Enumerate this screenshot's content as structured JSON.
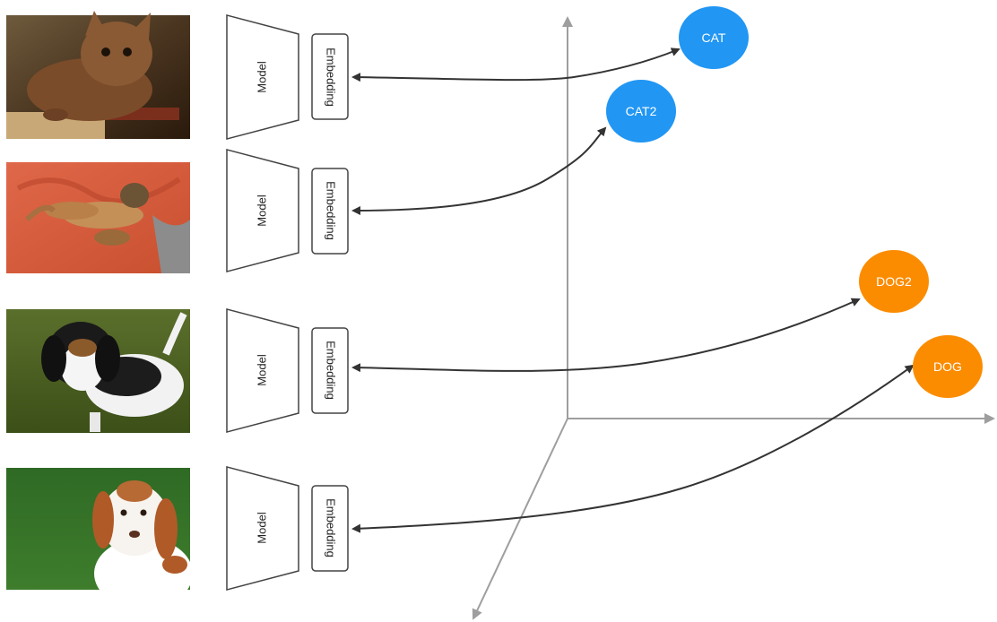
{
  "colors": {
    "cat_node": "#2196f3",
    "dog_node": "#fb8c00",
    "axis": "#9e9e9e",
    "arrow": "#333333",
    "box_stroke": "#444444"
  },
  "rows": [
    {
      "model_label": "Model",
      "embedding_label": "Embedding",
      "image": "kitten-photo"
    },
    {
      "model_label": "Model",
      "embedding_label": "Embedding",
      "image": "kittens-playing-photo"
    },
    {
      "model_label": "Model",
      "embedding_label": "Embedding",
      "image": "beagle-puppy-photo"
    },
    {
      "model_label": "Model",
      "embedding_label": "Embedding",
      "image": "spaniel-dog-photo"
    }
  ],
  "nodes": {
    "cat": {
      "label": "CAT",
      "group": "cat"
    },
    "cat2": {
      "label": "CAT2",
      "group": "cat"
    },
    "dog2": {
      "label": "DOG2",
      "group": "dog"
    },
    "dog": {
      "label": "DOG",
      "group": "dog"
    }
  }
}
